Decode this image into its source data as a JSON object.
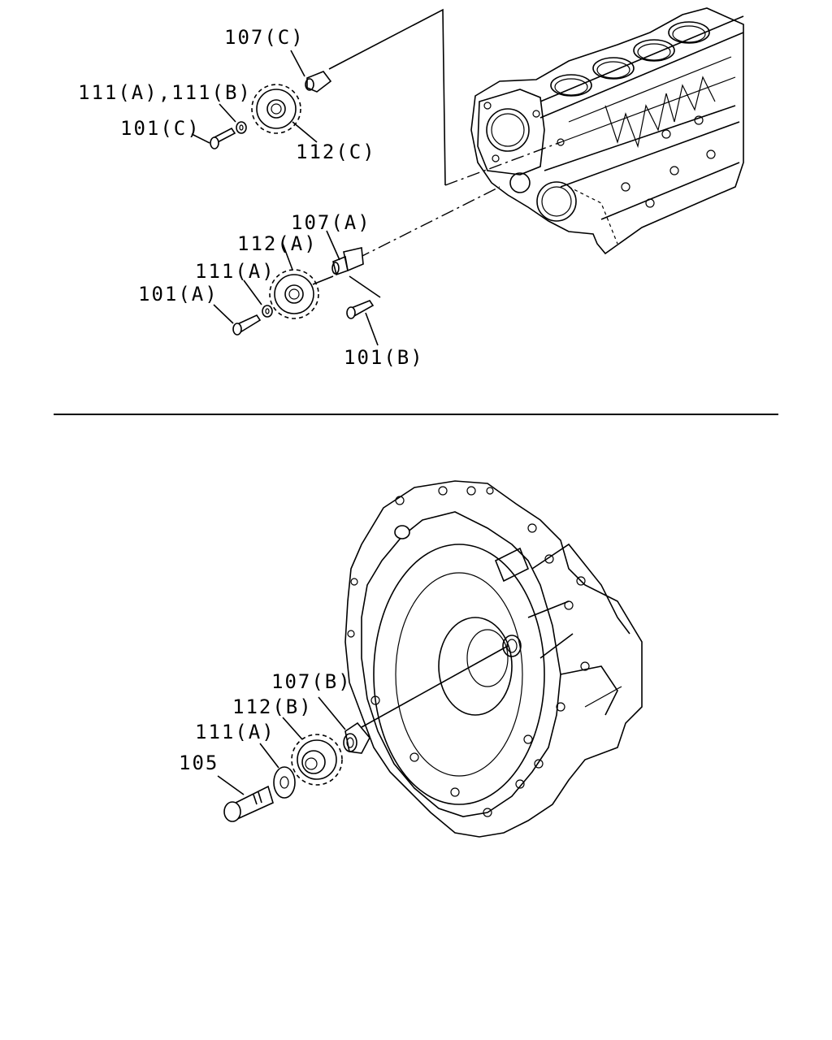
{
  "labels": {
    "l107c": "107(C)",
    "l111ab": "111(A),111(B)",
    "l101c": "101(C)",
    "l112c": "112(C)",
    "l107a": "107(A)",
    "l112a": "112(A)",
    "l111a_top": "111(A)",
    "l101a": "101(A)",
    "l101b": "101(B)",
    "l107b": "107(B)",
    "l112b": "112(B)",
    "l111a_bottom": "111(A)",
    "l105": "105"
  }
}
